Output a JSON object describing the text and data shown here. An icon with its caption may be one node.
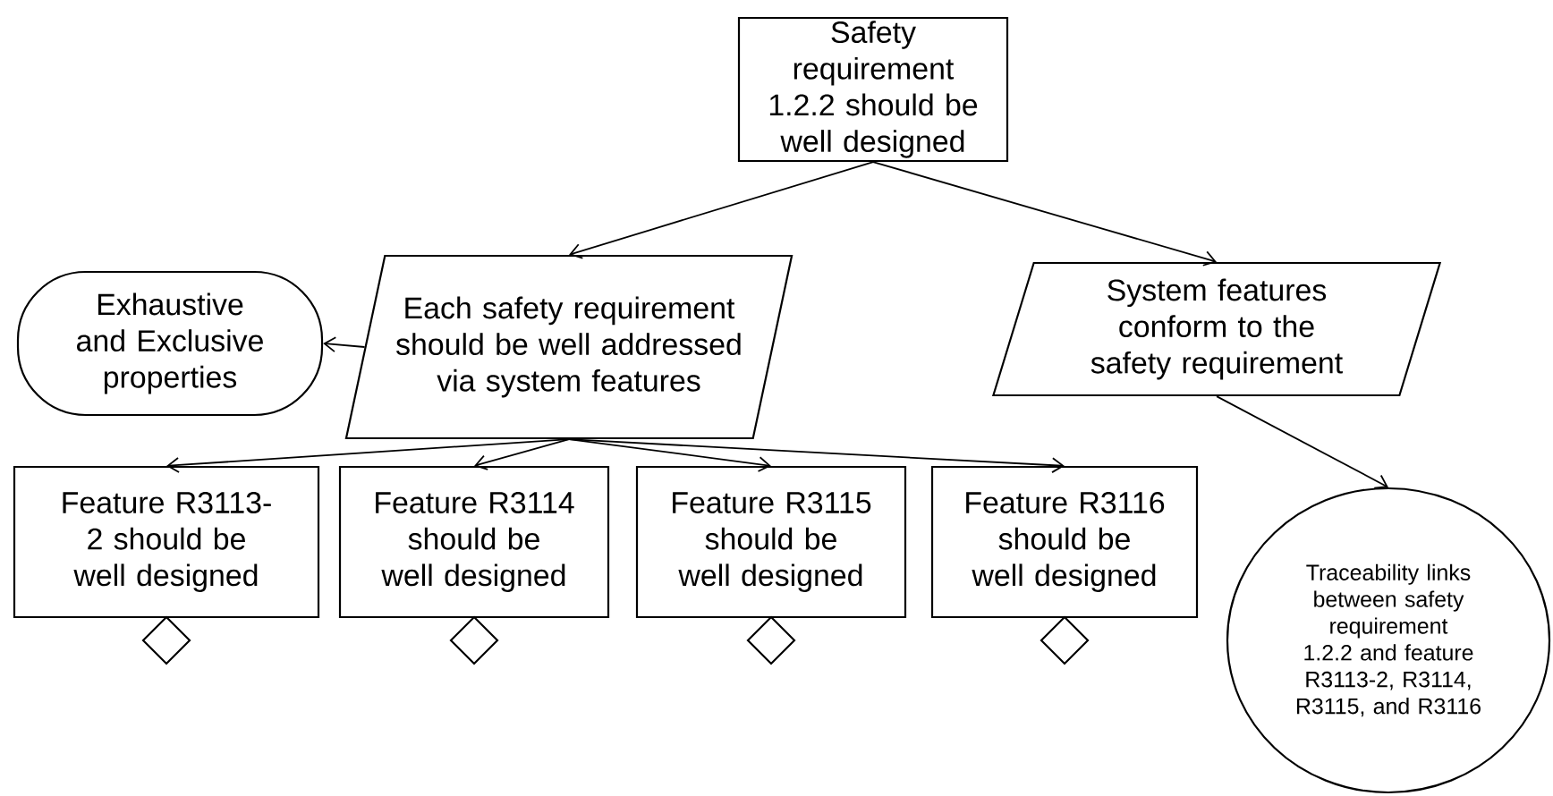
{
  "diagram": {
    "nodes": [
      {
        "text": [
          "Safety requirement 1.2.2 should be well designed"
        ]
      },
      {
        "text": [
          "Each safety requirement should be well addressed via system features"
        ]
      },
      {
        "text": [
          "Exhaustive and Exclusive properties"
        ]
      },
      {
        "text": [
          "System features conform to the safety requirement"
        ]
      },
      {
        "text": [
          "Feature R3113-2 should be well designed"
        ]
      },
      {
        "text": [
          "Feature R3114 should be well designed"
        ]
      },
      {
        "text": [
          "Feature R3115 should be well designed"
        ]
      },
      {
        "text": [
          "Feature R3116 should be well designed"
        ]
      },
      {
        "text": [
          "Traceability links between safety requirement 1.2.2 and feature R3113-2, R3114, R3115, and R3116"
        ]
      }
    ],
    "edges": [
      {
        "from": 0,
        "to": 1,
        "arrow": "to"
      },
      {
        "from": 0,
        "to": 3,
        "arrow": "to"
      },
      {
        "from": 1,
        "to": 2,
        "arrow": "to"
      },
      {
        "from": 1,
        "to": 4,
        "arrow": "to"
      },
      {
        "from": 1,
        "to": 5,
        "arrow": "to"
      },
      {
        "from": 1,
        "to": 6,
        "arrow": "to"
      },
      {
        "from": 1,
        "to": 7,
        "arrow": "to"
      },
      {
        "from": 3,
        "to": 8,
        "arrow": "to"
      }
    ]
  }
}
